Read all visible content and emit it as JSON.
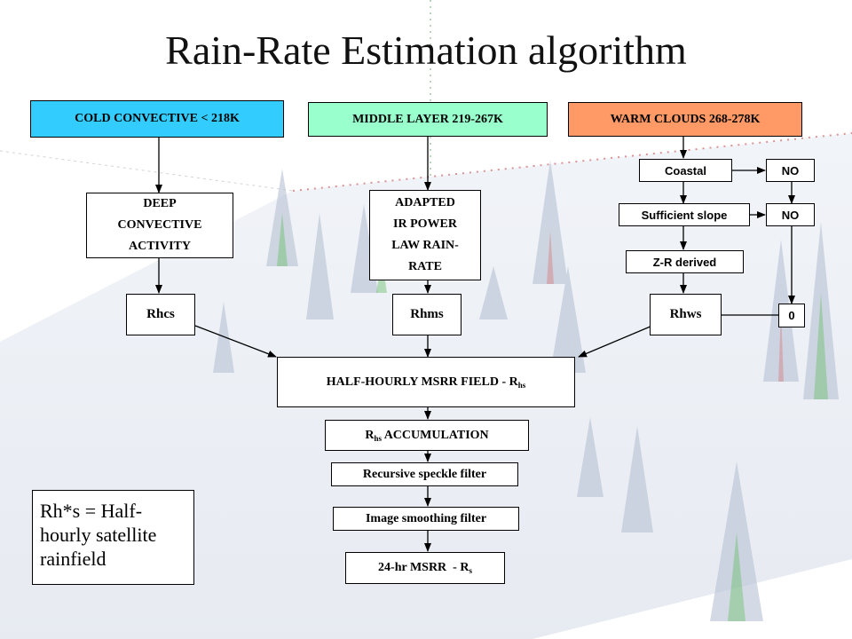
{
  "title": "Rain-Rate Estimation algorithm",
  "colors": {
    "cold": "#33ccff",
    "middle": "#99ffcc",
    "warm": "#ff9966"
  },
  "boxes": {
    "cold": "COLD CONVECTIVE < 218K",
    "middle": "MIDDLE LAYER 219-267K",
    "warm": "WARM CLOUDS 268-278K",
    "deep": [
      "DEEP",
      "CONVECTIVE",
      "ACTIVITY"
    ],
    "adapted": [
      "ADAPTED",
      "IR POWER",
      "LAW RAIN-",
      "RATE"
    ],
    "coastal": "Coastal",
    "no1": "NO",
    "slope": "Sufficient slope",
    "no2": "NO",
    "zr": "Z-R derived",
    "rhcs": "Rhcs",
    "rhms": "Rhms",
    "rhws": "Rhws",
    "zero": "0",
    "half_hourly": {
      "text": "HALF-HOURLY MSRR FIELD - R",
      "sub": "hs"
    },
    "accum": {
      "prefix": "R",
      "sub": "hs",
      "text": " ACCUMULATION"
    },
    "speckle": "Recursive speckle filter",
    "smoothing": "Image smoothing filter",
    "msrr24": {
      "text": "24-hr MSRR  - R",
      "sub": "s"
    }
  },
  "note": [
    "Rh*s = Half-",
    "hourly satellite",
    "rainfield"
  ]
}
